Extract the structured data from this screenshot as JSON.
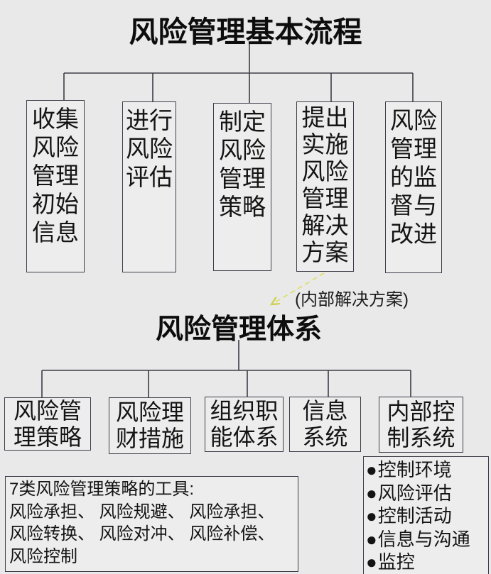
{
  "process_section": {
    "title": "风险管理基本流程",
    "steps": [
      {
        "label": "收集\n风险\n管理\n初始\n信息"
      },
      {
        "label": "进行\n风险\n评估"
      },
      {
        "label": "制定\n风险\n管理\n策略"
      },
      {
        "label": "提出\n实施\n风险\n管理\n解决\n方案"
      },
      {
        "label": "风险\n管理\n的监\n督与\n改进"
      }
    ],
    "annotation": "(内部解决方案)"
  },
  "system_section": {
    "title": "风险管理体系",
    "components": [
      {
        "label": "风险管\n理策略"
      },
      {
        "label": "风险理\n财措施"
      },
      {
        "label": "组织职\n能体系"
      },
      {
        "label": "信息\n系统"
      },
      {
        "label": "内部控\n制系统"
      }
    ],
    "tools_note": {
      "line1": "7类风险管理策略的工具:",
      "line2": "风险承担、 风险规避、 风险承担、",
      "line3": "风险转换、 风险对冲、 风险补偿、",
      "line4": "风险控制"
    },
    "control_items": [
      {
        "bullet": "●",
        "label": "控制环境"
      },
      {
        "bullet": "●",
        "label": "风险评估"
      },
      {
        "bullet": "●",
        "label": "控制活动"
      },
      {
        "bullet": "●",
        "label": "信息与沟通"
      },
      {
        "bullet": "●",
        "label": "监控"
      }
    ]
  },
  "colors": {
    "background": "#e9e9e9",
    "box_fill": "#ededed",
    "line": "#3d3d49",
    "text": "#141414",
    "dashed_arrow": "#dede5e"
  }
}
